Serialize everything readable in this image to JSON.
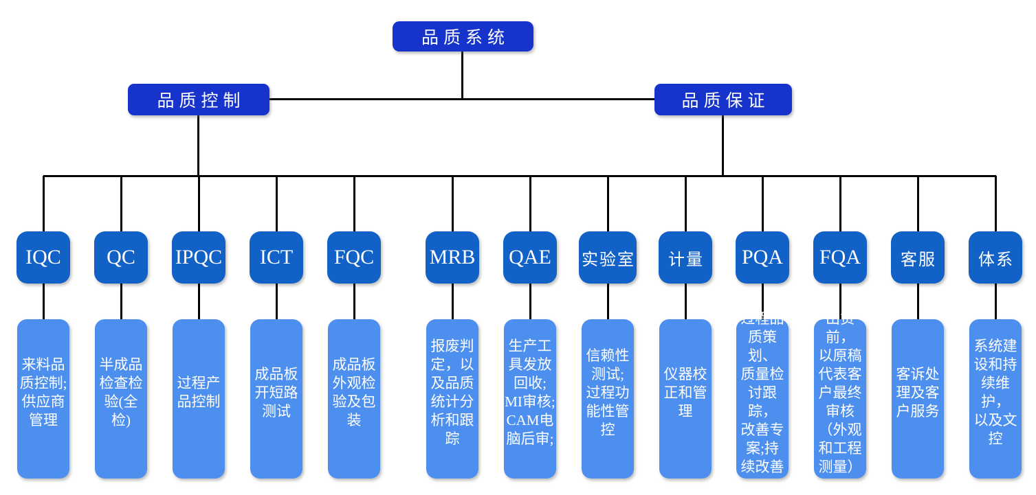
{
  "org": {
    "root": {
      "label": "品质系统"
    },
    "branches": [
      {
        "label": "品质控制"
      },
      {
        "label": "品质保证"
      }
    ],
    "columns": [
      {
        "code": "IQC",
        "desc": "来料品\n质控制;\n供应商\n管理"
      },
      {
        "code": "QC",
        "desc": "半成品\n检查检\n验(全\n检)"
      },
      {
        "code": "IPQC",
        "desc": "过程产\n品控制"
      },
      {
        "code": "ICT",
        "desc": "成品板\n开短路\n测试"
      },
      {
        "code": "FQC",
        "desc": "成品板\n外观检\n验及包\n装"
      },
      {
        "code": "MRB",
        "desc": "报废判\n定，以\n及品质\n统计分\n析和跟\n踪"
      },
      {
        "code": "QAE",
        "desc": "生产工\n具发放\n回收;\nMI审核;\nCAM电\n脑后审;"
      },
      {
        "code": "实验室",
        "desc": "信赖性\n测试;\n过程功\n能性管\n控"
      },
      {
        "code": "计量",
        "desc": "仪器校\n正和管\n理"
      },
      {
        "code": "PQA",
        "desc": "过程品\n质策划、\n质量检\n讨跟踪，\n改善专\n案;持\n续改善"
      },
      {
        "code": "FQA",
        "desc": "出货前，\n以原稿\n代表客\n户最终\n审核\n（外观\n和工程\n测量）"
      },
      {
        "code": "客服",
        "desc": "客诉处\n理及客\n户服务"
      },
      {
        "code": "体系",
        "desc": "系统建\n设和持\n续维护，\n以及文\n控"
      }
    ],
    "colors": {
      "level1_box": "#1633cb",
      "level3_box": "#1161c7",
      "level4_box": "#4d8fee",
      "connector": "#000000",
      "text": "#ffffff",
      "background": "#ffffff"
    }
  }
}
